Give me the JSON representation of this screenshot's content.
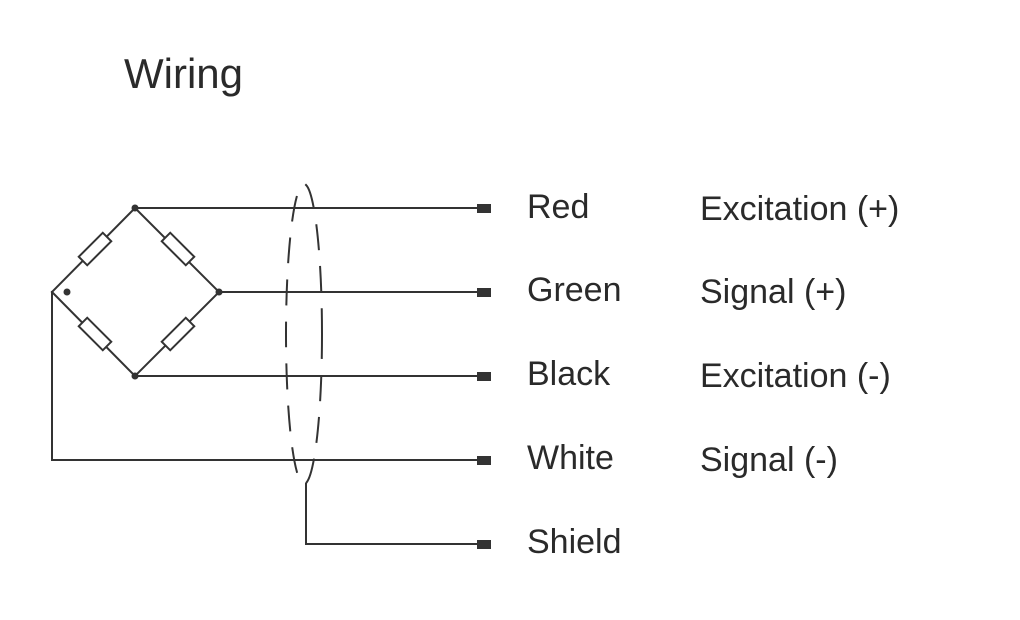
{
  "title": "Wiring",
  "wires": [
    {
      "color": "Red",
      "function": "Excitation (+)"
    },
    {
      "color": "Green",
      "function": "Signal (+)"
    },
    {
      "color": "Black",
      "function": "Excitation (-)"
    },
    {
      "color": "White",
      "function": "Signal (-)"
    },
    {
      "color": "Shield",
      "function": ""
    }
  ],
  "style": {
    "line_color": "#333333"
  }
}
